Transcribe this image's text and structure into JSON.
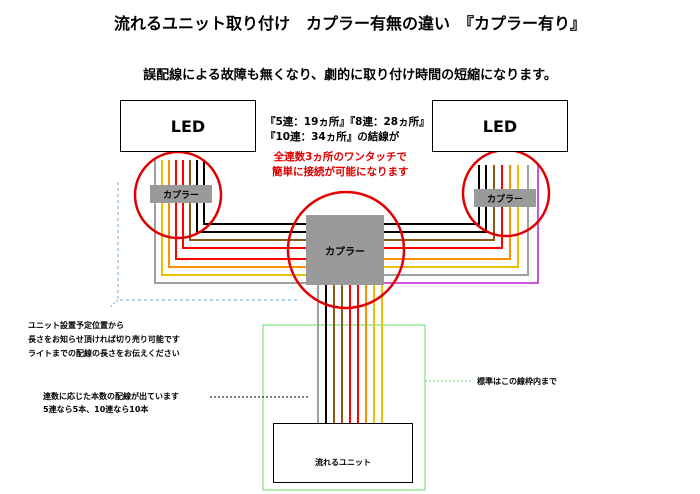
{
  "title": "流れるユニット取り付け　カプラー有無の違い　『カプラー有り』",
  "subtitle": "誤配線による故障も無くなり、劇的に取り付け時間の短縮になります。",
  "led_left": "LED",
  "led_right": "LED",
  "coupler_left": "カプラー",
  "coupler_right": "カプラー",
  "coupler_center": "カプラー",
  "unit_label": "流れるユニット",
  "note_black": [
    "『5連：19ヵ所』『8連：28ヵ所』",
    "『10連：34ヵ所』の結線が"
  ],
  "note_red": [
    "全連数3ヵ所のワンタッチで",
    "簡単に接続が可能になります"
  ],
  "note_left": [
    "ユニット設置予定位置から",
    "長さをお知らせ頂ければ切り売り可能です",
    "ライトまでの配線の長さをお伝えください"
  ],
  "note_wires": [
    "連数に応じた本数の配線が出ています",
    "5連なら5本、10連なら10本"
  ],
  "note_standard": "標準はこの線枠内まで",
  "colors": {
    "wire_colors": [
      "#a0a0a0",
      "#f0c000",
      "#ff9000",
      "#ff0000",
      "#8b5a1a",
      "#000000",
      "#cc55dd"
    ],
    "circle": "#e00000",
    "frame": "#66dd66",
    "dashed": "#6aa8e0",
    "coupler": "#9a9a9a"
  }
}
